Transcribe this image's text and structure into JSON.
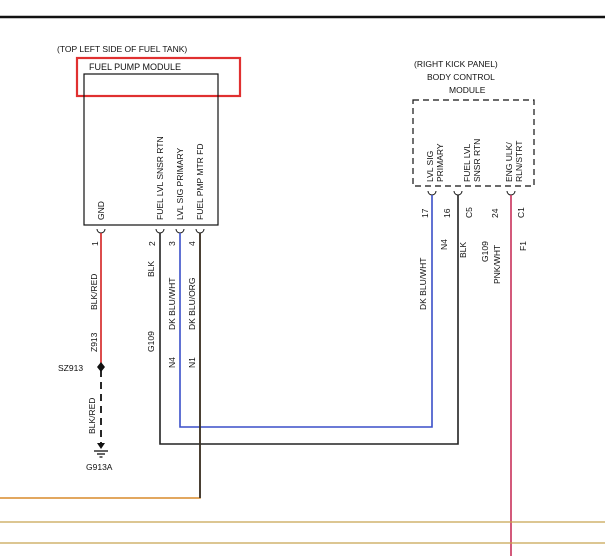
{
  "colors": {
    "highlight_box": "#e03030",
    "wire_red": "#d42020",
    "wire_blue": "#3a4fc8",
    "wire_black": "#222222",
    "wire_orange": "#d98a2a",
    "wire_pink": "#c8305a",
    "bus_line": "#c8a450"
  },
  "fuel_pump_module": {
    "location": "(TOP LEFT SIDE OF FUEL TANK)",
    "title": "FUEL PUMP MODULE",
    "pins": [
      {
        "label": "GND",
        "num": "1"
      },
      {
        "label": "FUEL LVL SNSR RTN",
        "num": "2"
      },
      {
        "label": "LVL SIG PRIMARY",
        "num": "3"
      },
      {
        "label": "FUEL PMP MTR FD",
        "num": "4"
      }
    ]
  },
  "body_control_module": {
    "location": "(RIGHT KICK PANEL)",
    "title_line1": "BODY CONTROL",
    "title_line2": "MODULE",
    "pins": [
      {
        "label_line1": "LVL SIG",
        "label_line2": "PRIMARY",
        "num": "17",
        "connector": "N4",
        "wire": "DK BLU/WHT"
      },
      {
        "label_line1": "FUEL LVL",
        "label_line2": "SNSR RTN",
        "num": "16",
        "connector": "C5",
        "wire": "BLK",
        "splice": "G109"
      },
      {
        "label_line1": "ENG ULK/",
        "label_line2": "RLN/STRT",
        "num": "24",
        "connector": "C1",
        "wire": "PNK/WHT",
        "circuit": "F1"
      }
    ]
  },
  "wires": {
    "gnd_upper_color": "BLK/RED",
    "gnd_upper_circuit": "Z913",
    "splice": "SZ913",
    "gnd_lower_color": "BLK/RED",
    "ground": "G913A",
    "pin2_color": "BLK",
    "pin2_circuit": "G109",
    "pin3_color": "DK BLU/WHT",
    "pin3_circuit": "N4",
    "pin4_color": "DK BLU/ORG",
    "pin4_circuit": "N1"
  }
}
